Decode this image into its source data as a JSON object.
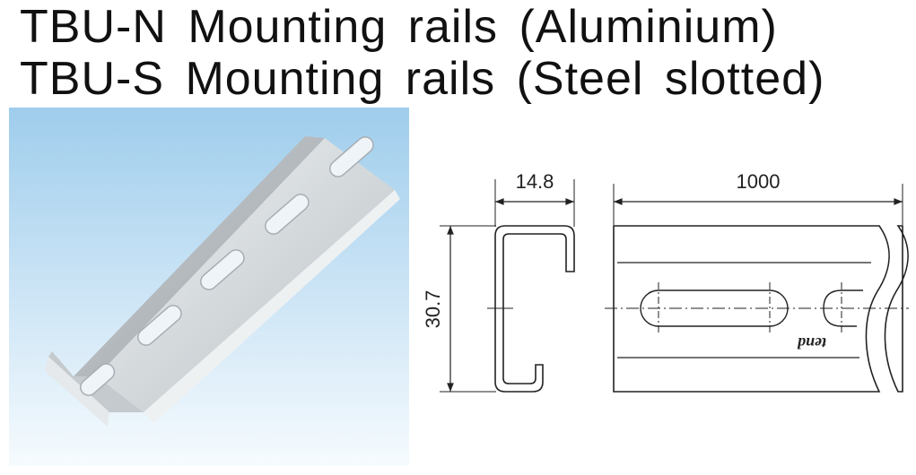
{
  "title": {
    "line1": "TBU-N  Mounting  rails (Aluminium)",
    "line2": "TBU-S  Mounting  rails (Steel  slotted)"
  },
  "drawing": {
    "width_dim": "14.8",
    "height_dim": "30.7",
    "length_dim": "1000",
    "brand_mark": "tend"
  },
  "colors": {
    "sky_top": "#a9d2ee",
    "sky_bottom": "#f4f9fd",
    "rail_metal": "#d9dde0",
    "line": "#222222"
  }
}
